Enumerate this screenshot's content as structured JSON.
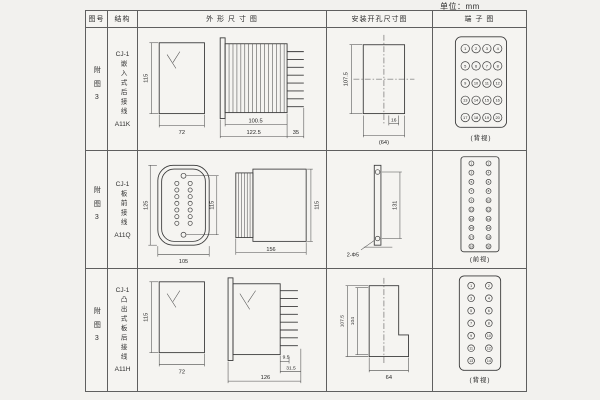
{
  "page": {
    "unit_label": "单位：mm"
  },
  "table": {
    "headers": {
      "fig": "图号",
      "structure": "结构",
      "outline": "外 形 尺 寸 图",
      "install": "安装开孔尺寸图",
      "terminal": "端 子 图"
    },
    "rows": [
      {
        "fig_no": "附图3",
        "model": "CJ-1",
        "structure_desc": "嵌入式后接线",
        "code": "A11K",
        "outline_dims": {
          "height": "115",
          "width": "72",
          "depth_case": "100.5",
          "depth_total": "122.5",
          "pin_depth": "35"
        },
        "install_dims": {
          "height": "107.5",
          "offset": "16",
          "width": "(64)"
        },
        "terminal": {
          "numbers": [
            1,
            2,
            3,
            4,
            5,
            6,
            7,
            8,
            9,
            10,
            11,
            12,
            13,
            14,
            15,
            16,
            17,
            18,
            19,
            20
          ],
          "view_label": "(背视)"
        }
      },
      {
        "fig_no": "附图3",
        "model": "CJ-1",
        "structure_desc": "板前接线",
        "code": "A11Q",
        "outline_dims": {
          "height": "125",
          "hole_spacing": "115",
          "width": "105",
          "depth": "156",
          "side_height": "115"
        },
        "install_dims": {
          "holes": "2-Φ5",
          "height": "131"
        },
        "terminal": {
          "numbers": [
            1,
            2,
            3,
            4,
            5,
            6,
            7,
            8,
            9,
            10,
            11,
            12,
            13,
            14,
            15,
            16,
            17,
            18,
            19,
            20
          ],
          "view_label": "(前视)"
        }
      },
      {
        "fig_no": "附图3",
        "model": "CJ-1",
        "structure_desc": "凸出式板后接线",
        "code": "A11H",
        "outline_dims": {
          "height": "115",
          "width": "72",
          "pin_pitch": "9.5",
          "pin_depth": "31.5",
          "depth_total": "126"
        },
        "install_dims": {
          "height_outer": "107.5",
          "height_inner": "104",
          "width": "64"
        },
        "terminal": {
          "numbers": [
            1,
            2,
            3,
            4,
            5,
            6,
            7,
            8,
            9,
            10,
            11,
            12,
            13,
            14
          ],
          "view_label": "(背视)"
        }
      }
    ]
  }
}
